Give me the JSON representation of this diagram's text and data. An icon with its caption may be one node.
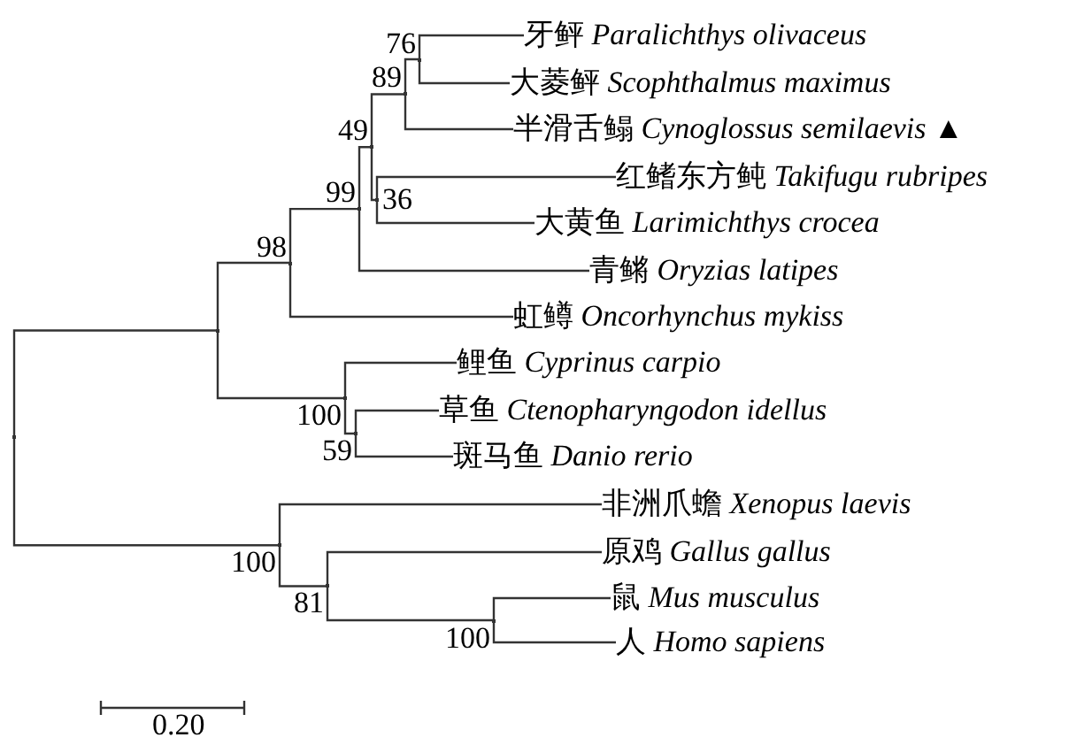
{
  "diagram": {
    "nodes": [
      {
        "text": [],
        "shape": "point"
      },
      {
        "text": [],
        "shape": "point"
      },
      {
        "text": [],
        "shape": "point",
        "beside": [
          "98"
        ]
      },
      {
        "text": [],
        "shape": "point",
        "beside": [
          "99"
        ]
      },
      {
        "text": [],
        "shape": "point",
        "beside": [
          "49"
        ]
      },
      {
        "text": [],
        "shape": "point",
        "beside": [
          "89"
        ]
      },
      {
        "text": [],
        "shape": "point",
        "beside": [
          "76"
        ]
      },
      {
        "text": [
          "牙鲆 *Paralichthys olivaceus*"
        ]
      },
      {
        "text": [
          "大菱鲆 *Scophthalmus maximus*"
        ]
      },
      {
        "text": [
          "半滑舌鳎 *Cynoglossus semilaevis* ▲"
        ]
      },
      {
        "text": [],
        "shape": "point",
        "beside": [
          "36"
        ]
      },
      {
        "text": [
          "红鳍东方鲀 *Takifugu rubripes*"
        ]
      },
      {
        "text": [
          "大黄鱼 *Larimichthys crocea*"
        ]
      },
      {
        "text": [
          "青鳉 *Oryzias latipes*"
        ]
      },
      {
        "text": [
          "虹鳟 *Oncorhynchus mykiss*"
        ]
      },
      {
        "text": [],
        "shape": "point",
        "beside": [
          "100"
        ]
      },
      {
        "text": [
          "鲤鱼 *Cyprinus carpio*"
        ]
      },
      {
        "text": [],
        "shape": "point",
        "beside": [
          "59"
        ]
      },
      {
        "text": [
          "草鱼 *Ctenopharyngodon idellus*"
        ]
      },
      {
        "text": [
          "斑马鱼 *Danio rerio*"
        ]
      },
      {
        "text": [],
        "shape": "point",
        "beside": [
          "100"
        ]
      },
      {
        "text": [
          "非洲爪蟾 *Xenopus laevis*"
        ]
      },
      {
        "text": [],
        "shape": "point",
        "beside": [
          "81"
        ]
      },
      {
        "text": [
          "原鸡 *Gallus gallus*"
        ]
      },
      {
        "text": [],
        "shape": "point",
        "beside": [
          "100"
        ]
      },
      {
        "text": [
          "鼠 *Mus musculus*"
        ]
      },
      {
        "text": [
          "人 *Homo sapiens*"
        ]
      }
    ],
    "edges": [
      {
        "from": 0,
        "to": 1,
        "arrow": "none"
      },
      {
        "from": 1,
        "to": 2,
        "arrow": "none"
      },
      {
        "from": 2,
        "to": 3,
        "arrow": "none"
      },
      {
        "from": 3,
        "to": 4,
        "arrow": "none"
      },
      {
        "from": 4,
        "to": 5,
        "arrow": "none"
      },
      {
        "from": 5,
        "to": 6,
        "arrow": "none"
      },
      {
        "from": 6,
        "to": 7,
        "arrow": "none"
      },
      {
        "from": 6,
        "to": 8,
        "arrow": "none"
      },
      {
        "from": 5,
        "to": 9,
        "arrow": "none"
      },
      {
        "from": 4,
        "to": 10,
        "arrow": "none"
      },
      {
        "from": 10,
        "to": 11,
        "arrow": "none"
      },
      {
        "from": 10,
        "to": 12,
        "arrow": "none"
      },
      {
        "from": 3,
        "to": 13,
        "arrow": "none"
      },
      {
        "from": 2,
        "to": 14,
        "arrow": "none"
      },
      {
        "from": 1,
        "to": 15,
        "arrow": "none"
      },
      {
        "from": 15,
        "to": 16,
        "arrow": "none"
      },
      {
        "from": 15,
        "to": 17,
        "arrow": "none"
      },
      {
        "from": 17,
        "to": 18,
        "arrow": "none"
      },
      {
        "from": 17,
        "to": 19,
        "arrow": "none"
      },
      {
        "from": 0,
        "to": 20,
        "arrow": "none"
      },
      {
        "from": 20,
        "to": 21,
        "arrow": "none"
      },
      {
        "from": 20,
        "to": 22,
        "arrow": "none"
      },
      {
        "from": 22,
        "to": 23,
        "arrow": "none"
      },
      {
        "from": 22,
        "to": 24,
        "arrow": "none"
      },
      {
        "from": 24,
        "to": 25,
        "arrow": "none"
      },
      {
        "from": 24,
        "to": 26,
        "arrow": "none"
      }
    ],
    "labels": [
      "0.20"
    ]
  }
}
